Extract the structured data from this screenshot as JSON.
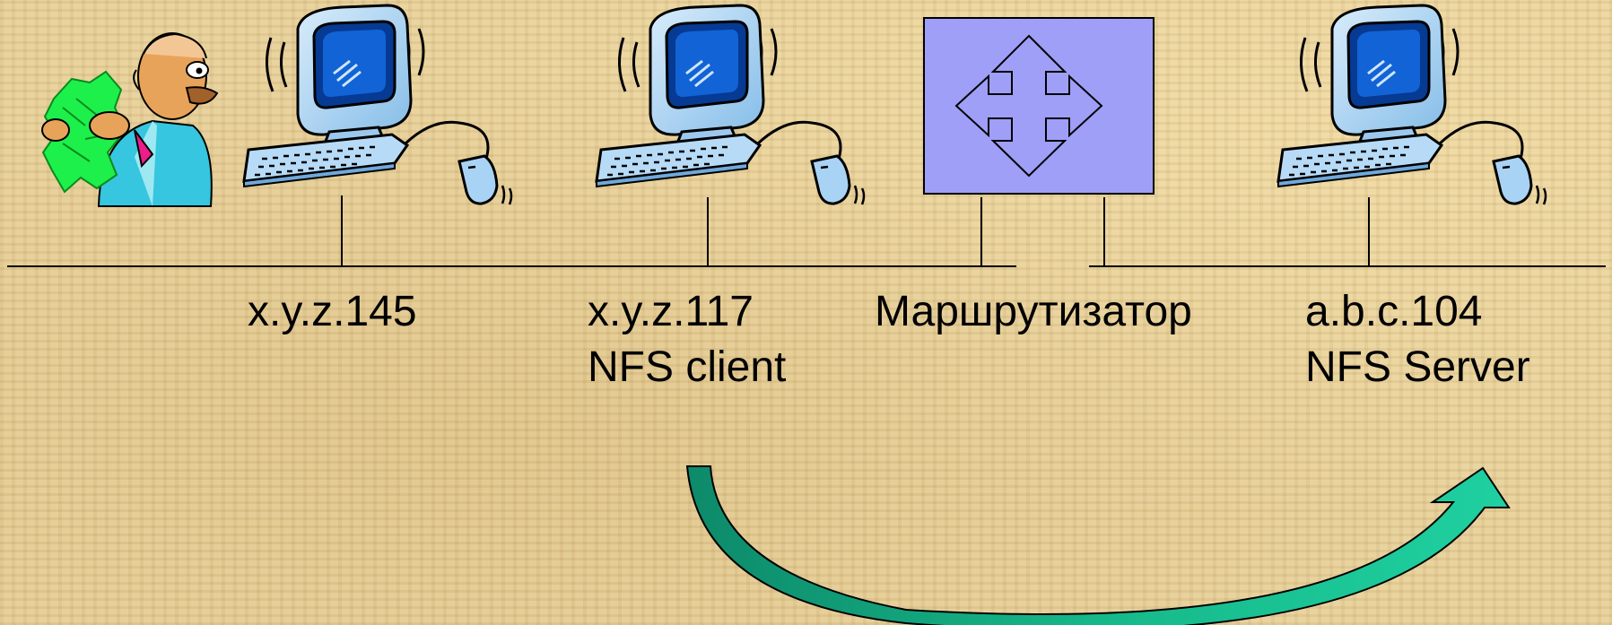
{
  "nodes": [
    {
      "id": "host-145",
      "address": "x.y.z.145",
      "role": ""
    },
    {
      "id": "client-117",
      "address": "x.y.z.117",
      "role": "NFS client"
    },
    {
      "id": "router",
      "address": "Маршрутизатор",
      "role": ""
    },
    {
      "id": "server-104",
      "address": "a.b.c.104",
      "role": "NFS Server"
    }
  ],
  "icons": {
    "user": "old-man-with-money-icon",
    "computer": "desktop-computer-icon",
    "router": "four-way-arrow-router-icon",
    "arrow": "curved-arrow-icon"
  },
  "colors": {
    "router_fill": "#9f9ff8",
    "arrow_fill": "#10c49a",
    "monitor": "#a9d3f5",
    "screen": "#0b56c8"
  }
}
